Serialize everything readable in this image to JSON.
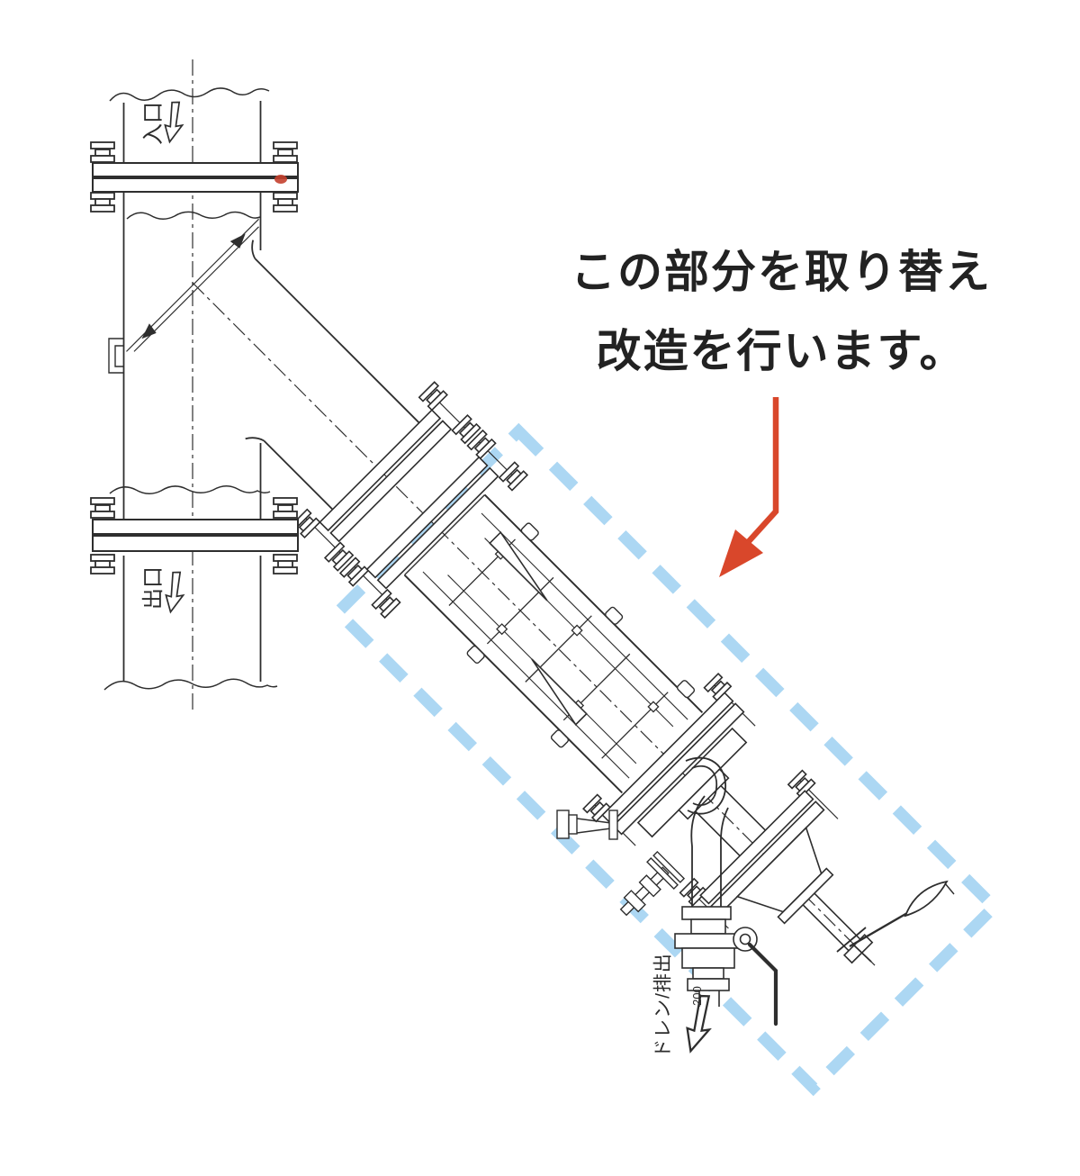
{
  "annotation": {
    "line1": "この部分を取り替え",
    "line2": "改造を行います。"
  },
  "flow_labels": {
    "inlet": "入口",
    "outlet": "出口",
    "drain": "ドレン/排出",
    "drain_size": "200"
  },
  "icons": {
    "inlet_flow_arrow": "hollow-down-arrow",
    "outlet_flow_arrow": "hollow-down-arrow",
    "drain_flow_arrow": "hollow-down-arrow",
    "callout_arrow": "solid-bent-arrow-down-left"
  },
  "colors": {
    "linework": "#2e2e2e",
    "highlight_box": "#a8d5f2",
    "callout_arrow": "#d9472b",
    "flange_mark": "#c4402e",
    "background": "#ffffff",
    "text": "#222222"
  }
}
